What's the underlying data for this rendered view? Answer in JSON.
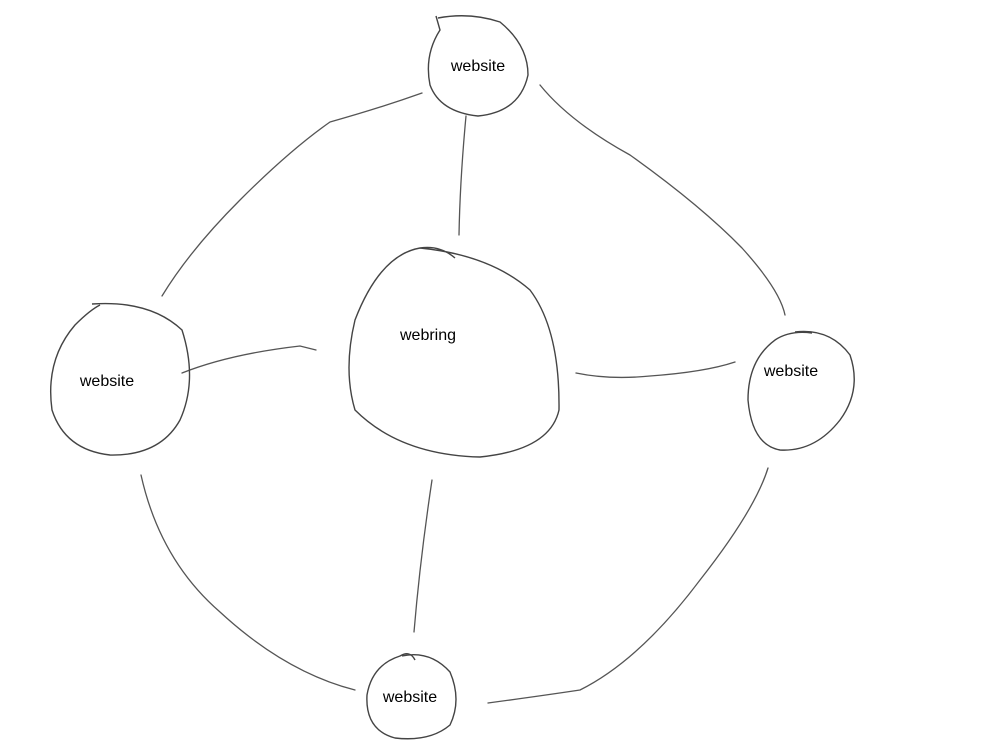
{
  "nodes": {
    "top": {
      "label": "website"
    },
    "center": {
      "label": "webring"
    },
    "left": {
      "label": "website"
    },
    "right": {
      "label": "website"
    },
    "bottom": {
      "label": "website"
    }
  },
  "colors": {
    "stroke": "#555555",
    "background": "#ffffff"
  }
}
